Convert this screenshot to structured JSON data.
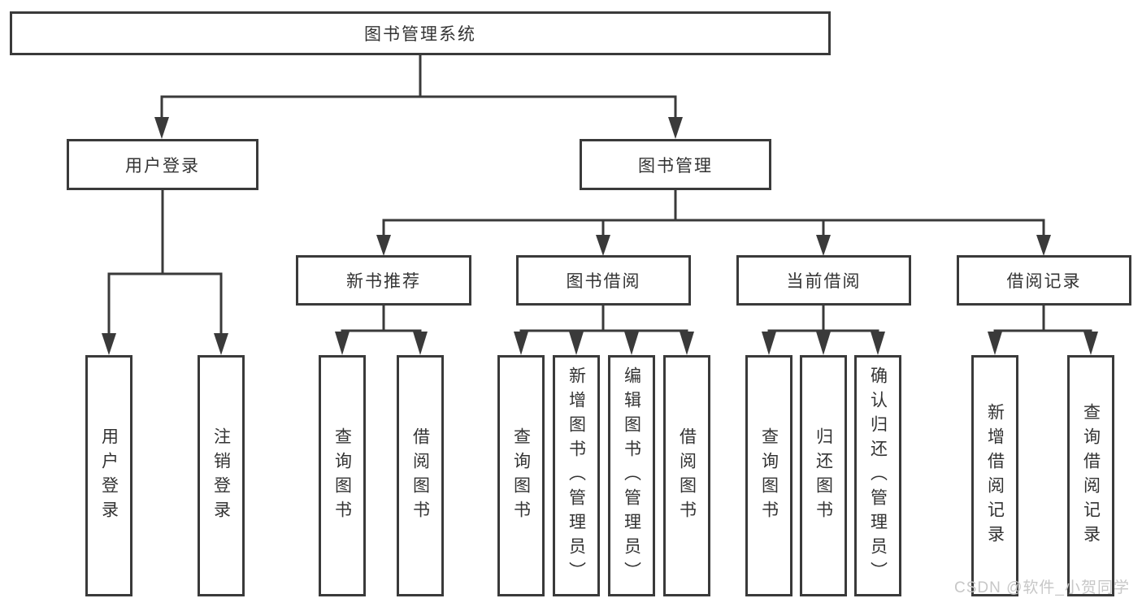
{
  "tree": {
    "root": {
      "label": "图书管理系统"
    },
    "children": [
      {
        "label": "用户登录",
        "children": [
          {
            "label": "用户登录"
          },
          {
            "label": "注销登录"
          }
        ]
      },
      {
        "label": "图书管理",
        "children": [
          {
            "label": "新书推荐",
            "children": [
              {
                "label": "查询图书"
              },
              {
                "label": "借阅图书"
              }
            ]
          },
          {
            "label": "图书借阅",
            "children": [
              {
                "label": "查询图书"
              },
              {
                "label": "新增图书（管理员）"
              },
              {
                "label": "编辑图书（管理员）"
              },
              {
                "label": "借阅图书"
              }
            ]
          },
          {
            "label": "当前借阅",
            "children": [
              {
                "label": "查询图书"
              },
              {
                "label": "归还图书"
              },
              {
                "label": "确认归还（管理员）"
              }
            ]
          },
          {
            "label": "借阅记录",
            "children": [
              {
                "label": "新增借阅记录"
              },
              {
                "label": "查询借阅记录"
              }
            ]
          }
        ]
      }
    ]
  },
  "watermark": {
    "text": "CSDN @软件_小贺同学"
  },
  "colors": {
    "line": "#3a3a3a",
    "border": "#3a3a3a",
    "text": "#333333",
    "watermark": "#c7c7c7",
    "background": "#ffffff"
  }
}
